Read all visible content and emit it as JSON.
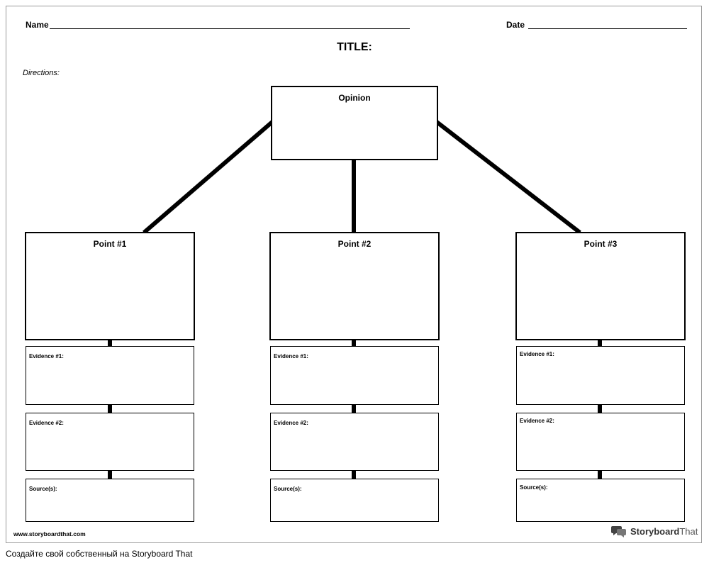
{
  "header": {
    "name_label": "Name",
    "date_label": "Date",
    "title": "TITLE:",
    "directions": "Directions:"
  },
  "opinion": {
    "label": "Opinion"
  },
  "points": [
    {
      "title": "Point #1",
      "evidence1": "Evidence #1:",
      "evidence2": "Evidence #2:",
      "sources": "Source(s):"
    },
    {
      "title": "Point #2",
      "evidence1": "Evidence #1:",
      "evidence2": "Evidence #2:",
      "sources": "Source(s):"
    },
    {
      "title": "Point #3",
      "evidence1": "Evidence #1:",
      "evidence2": "Evidence #2:",
      "sources": "Source(s):"
    }
  ],
  "footer": {
    "url": "www.storyboardthat.com",
    "brand_name": "Storyboard",
    "brand_suffix": "That",
    "logo_icon": "speech-bubbles-icon",
    "bottom_text": "Создайте свой собственный на Storyboard That"
  }
}
